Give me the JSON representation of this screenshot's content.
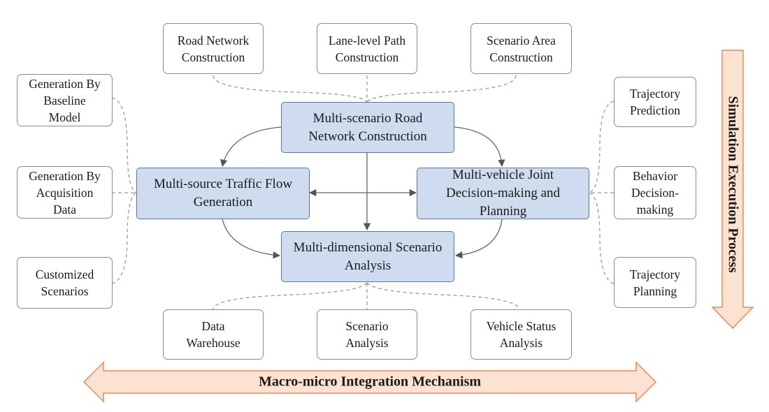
{
  "core": {
    "road_network": "Multi-scenario Road\nNetwork Construction",
    "traffic_flow": "Multi-source Traffic Flow\nGeneration",
    "joint_decision": "Multi-vehicle Joint\nDecision-making and\nPlanning",
    "scenario_analysis": "Multi-dimensional Scenario\nAnalysis"
  },
  "top_leaves": [
    "Road Network\nConstruction",
    "Lane-level Path\nConstruction",
    "Scenario Area\nConstruction"
  ],
  "left_leaves": [
    "Generation By\nBaseline\nModel",
    "Generation By\nAcquisition\nData",
    "Customized\nScenarios"
  ],
  "right_leaves": [
    "Trajectory\nPrediction",
    "Behavior\nDecision-\nmaking",
    "Trajectory\nPlanning"
  ],
  "bottom_leaves": [
    "Data\nWarehouse",
    "Scenario\nAnalysis",
    "Vehicle Status\nAnalysis"
  ],
  "arrows": {
    "horizontal_label": "Macro-micro Integration Mechanism",
    "vertical_label": "Simulation Execution Process"
  },
  "colors": {
    "core_fill": "#cfdbef",
    "core_border": "#5b73a6",
    "arrow_fill": "#fce2d0",
    "arrow_stroke": "#e98a55"
  }
}
